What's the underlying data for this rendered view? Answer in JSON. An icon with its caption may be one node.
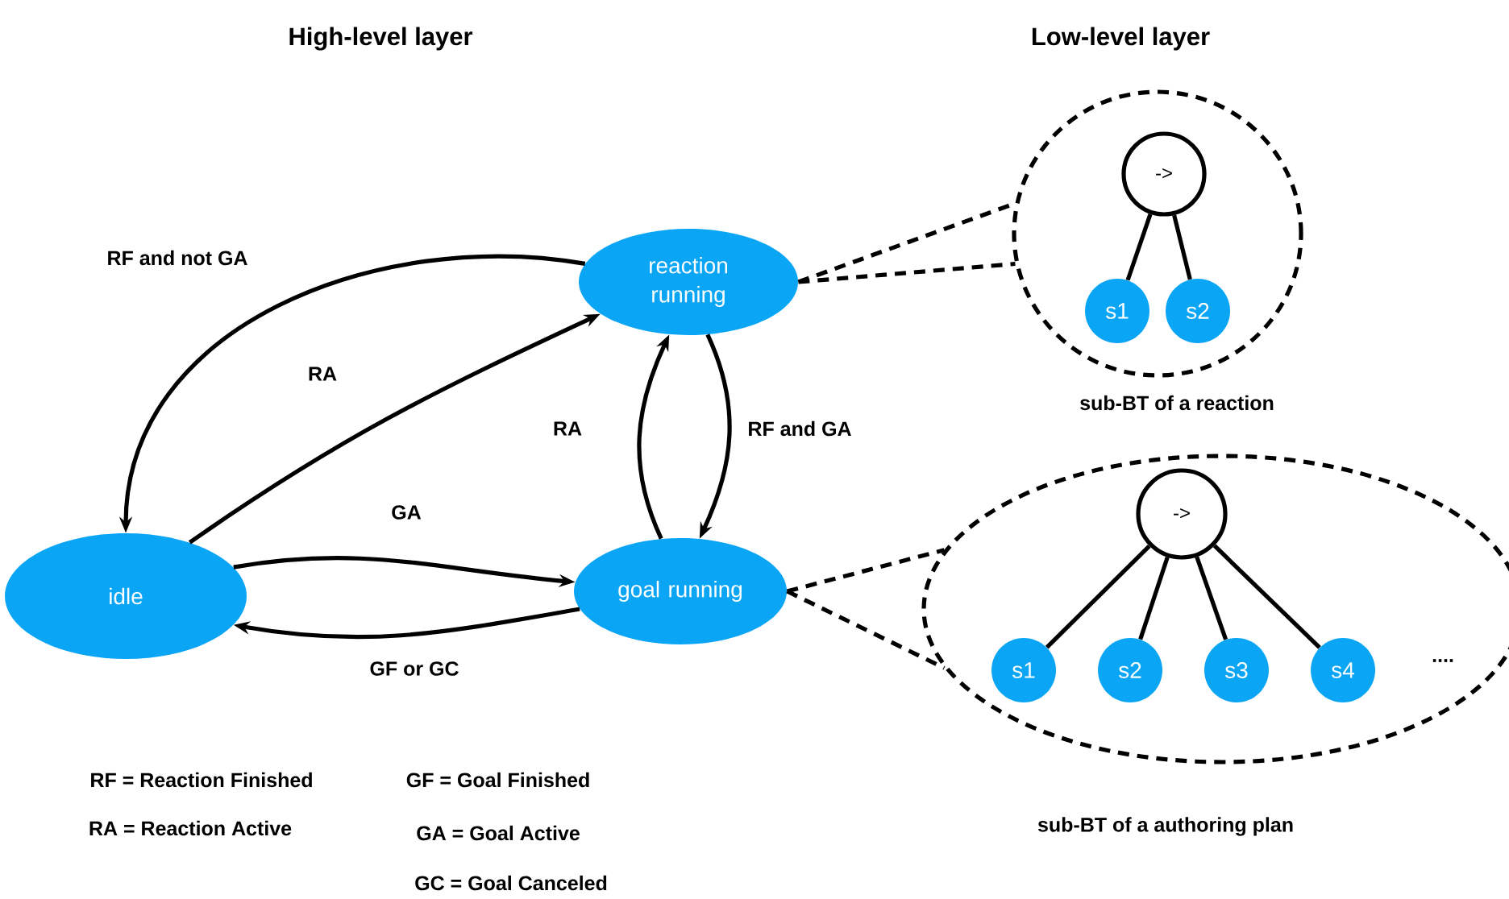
{
  "diagram": {
    "nodes": [
      {
        "text": [
          "reaction running"
        ]
      },
      {
        "text": [
          "idle"
        ]
      },
      {
        "text": [
          "goal running"
        ]
      },
      {
        "text": [],
        "shape": "circle",
        "beside": [
          "sub-BT of a reaction"
        ]
      },
      {
        "text": [
          "->"
        ],
        "in": 3
      },
      {
        "text": [
          "s1"
        ],
        "in": 3
      },
      {
        "text": [
          "s2"
        ],
        "in": 3
      },
      {
        "text": [],
        "shape": "circle",
        "beside": [
          "sub-BT of a authoring plan"
        ]
      },
      {
        "text": [
          "->"
        ],
        "in": 7
      },
      {
        "text": [
          "s1"
        ],
        "in": 7
      },
      {
        "text": [
          "s2"
        ],
        "in": 7
      },
      {
        "text": [
          "s3"
        ],
        "in": 7
      },
      {
        "text": [
          "s4"
        ],
        "in": 7
      }
    ],
    "edges": [
      {
        "from": 0,
        "to": 1,
        "arrow": "to",
        "label": "RF and not GA"
      },
      {
        "from": 1,
        "to": 0,
        "arrow": "to",
        "label": "RA"
      },
      {
        "from": 2,
        "to": 0,
        "arrow": "to",
        "label": "RA"
      },
      {
        "from": 0,
        "to": 2,
        "arrow": "to",
        "label": "RF and GA"
      },
      {
        "from": 1,
        "to": 2,
        "arrow": "to",
        "label": "GA"
      },
      {
        "from": 2,
        "to": 1,
        "arrow": "to",
        "label": "GF or GC"
      },
      {
        "from": 0,
        "to": 3,
        "arrow": "none",
        "style": "dashed"
      },
      {
        "from": 2,
        "to": 7,
        "arrow": "none",
        "style": "dashed"
      },
      {
        "from": 4,
        "to": 5,
        "arrow": "none"
      },
      {
        "from": 4,
        "to": 6,
        "arrow": "none"
      },
      {
        "from": 8,
        "to": 9,
        "arrow": "none"
      },
      {
        "from": 8,
        "to": 10,
        "arrow": "none"
      },
      {
        "from": 8,
        "to": 11,
        "arrow": "none"
      },
      {
        "from": 8,
        "to": 12,
        "arrow": "none"
      }
    ],
    "labels": [
      "High-level layer",
      "Low-level layer",
      "....",
      "RF = Reaction Finished",
      "GF = Goal Finished",
      "RA = Reaction Active",
      "GA = Goal Active",
      "GC = Goal Canceled"
    ]
  }
}
